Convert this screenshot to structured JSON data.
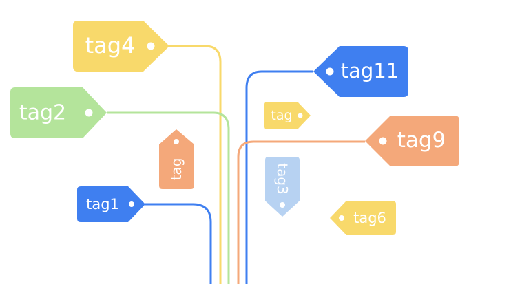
{
  "colors": {
    "yellow": "#F8D96B",
    "green": "#B4E49B",
    "blue": "#3F7FF0",
    "orange": "#F4A87A",
    "light_blue": "#B7D2F2"
  },
  "tags": [
    {
      "id": "tag4",
      "label": "tag4",
      "color": "#F8D96B"
    },
    {
      "id": "tag2",
      "label": "tag2",
      "color": "#B4E49B"
    },
    {
      "id": "tag11",
      "label": "tag11",
      "color": "#3F7FF0"
    },
    {
      "id": "tag",
      "label": "tag",
      "color": "#F8D96B"
    },
    {
      "id": "tag9",
      "label": "tag9",
      "color": "#F4A87A"
    },
    {
      "id": "tag-vertical",
      "label": "tag",
      "color": "#F4A87A"
    },
    {
      "id": "tag3",
      "label": "tag3",
      "color": "#B7D2F2"
    },
    {
      "id": "tag1",
      "label": "tag1",
      "color": "#3F7FF0"
    },
    {
      "id": "tag6",
      "label": "tag6",
      "color": "#F8D96B"
    }
  ],
  "connectors": [
    {
      "from": "tag4",
      "color": "#F8D96B"
    },
    {
      "from": "tag2",
      "color": "#B4E49B"
    },
    {
      "from": "tag11",
      "color": "#3F7FF0"
    },
    {
      "from": "tag9",
      "color": "#F4A87A"
    },
    {
      "from": "tag1",
      "color": "#3F7FF0"
    }
  ]
}
